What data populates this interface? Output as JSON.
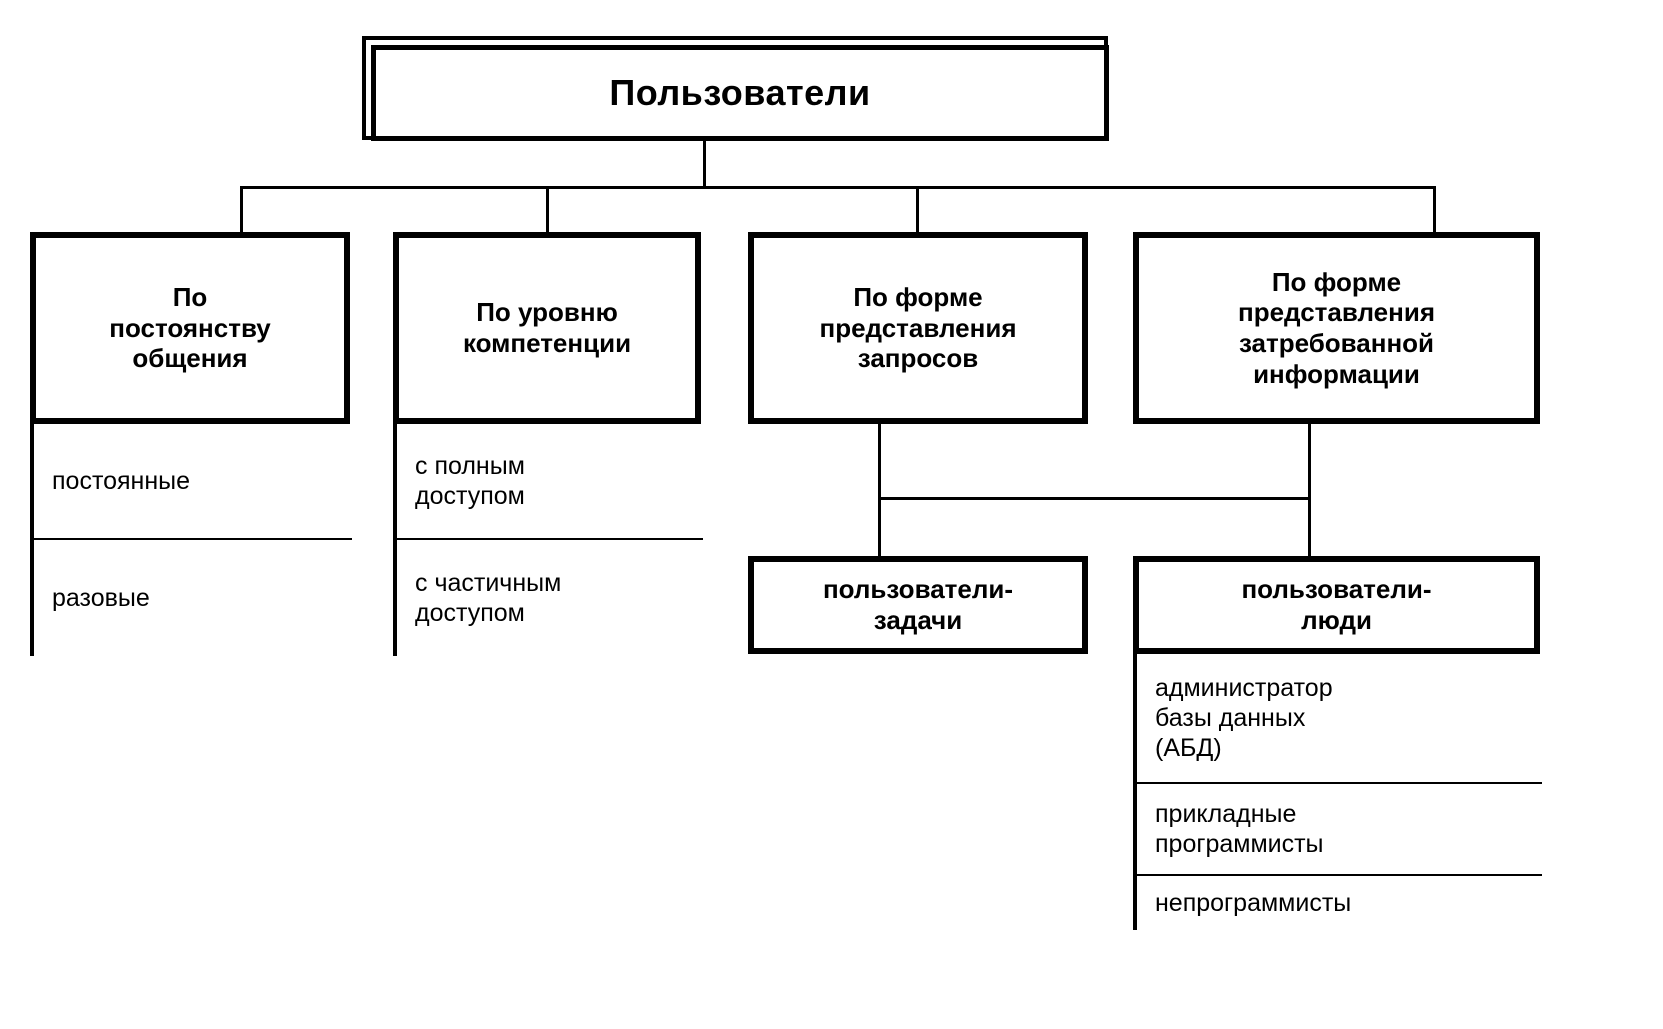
{
  "diagram": {
    "title": "Пользователи",
    "categories": [
      {
        "id": "permanence",
        "header": "По\nпостоянству\nобщения",
        "items": [
          "постоянные",
          "разовые"
        ]
      },
      {
        "id": "competence",
        "header": "По уровню\nкомпетенции",
        "items": [
          "с полным\nдоступом",
          "с частичным\nдоступом"
        ]
      },
      {
        "id": "query-form",
        "header": "По форме\nпредставления\nзапросов",
        "items": []
      },
      {
        "id": "info-form",
        "header": "По форме\nпредставления\nзатребованной\nинформации",
        "items": []
      }
    ],
    "leaves": [
      {
        "id": "user-tasks",
        "label": "пользователи-\nзадачи",
        "items": []
      },
      {
        "id": "user-people",
        "label": "пользователи-\nлюди",
        "items": [
          "администратор\nбазы данных\n(АБД)",
          "прикладные\nпрограммисты",
          "непрограммисты"
        ]
      }
    ]
  },
  "colors": {
    "ink": "#000000",
    "paper": "#ffffff"
  }
}
